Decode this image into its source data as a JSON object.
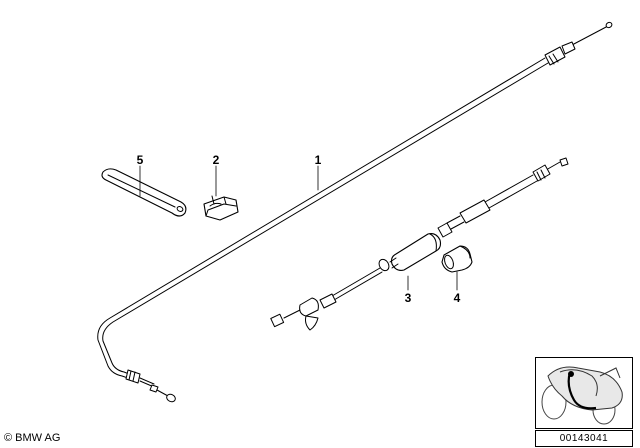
{
  "callouts": [
    {
      "number": "1",
      "part": "cable"
    },
    {
      "number": "2",
      "part": "clip"
    },
    {
      "number": "3",
      "part": "throttle-cable-assembly"
    },
    {
      "number": "4",
      "part": "sleeve"
    },
    {
      "number": "5",
      "part": "strap"
    }
  ],
  "footer": {
    "copyright": "© BMW AG",
    "diagram_id": "00143041"
  },
  "icons": [
    "motorcycle-thumbnail-icon"
  ]
}
